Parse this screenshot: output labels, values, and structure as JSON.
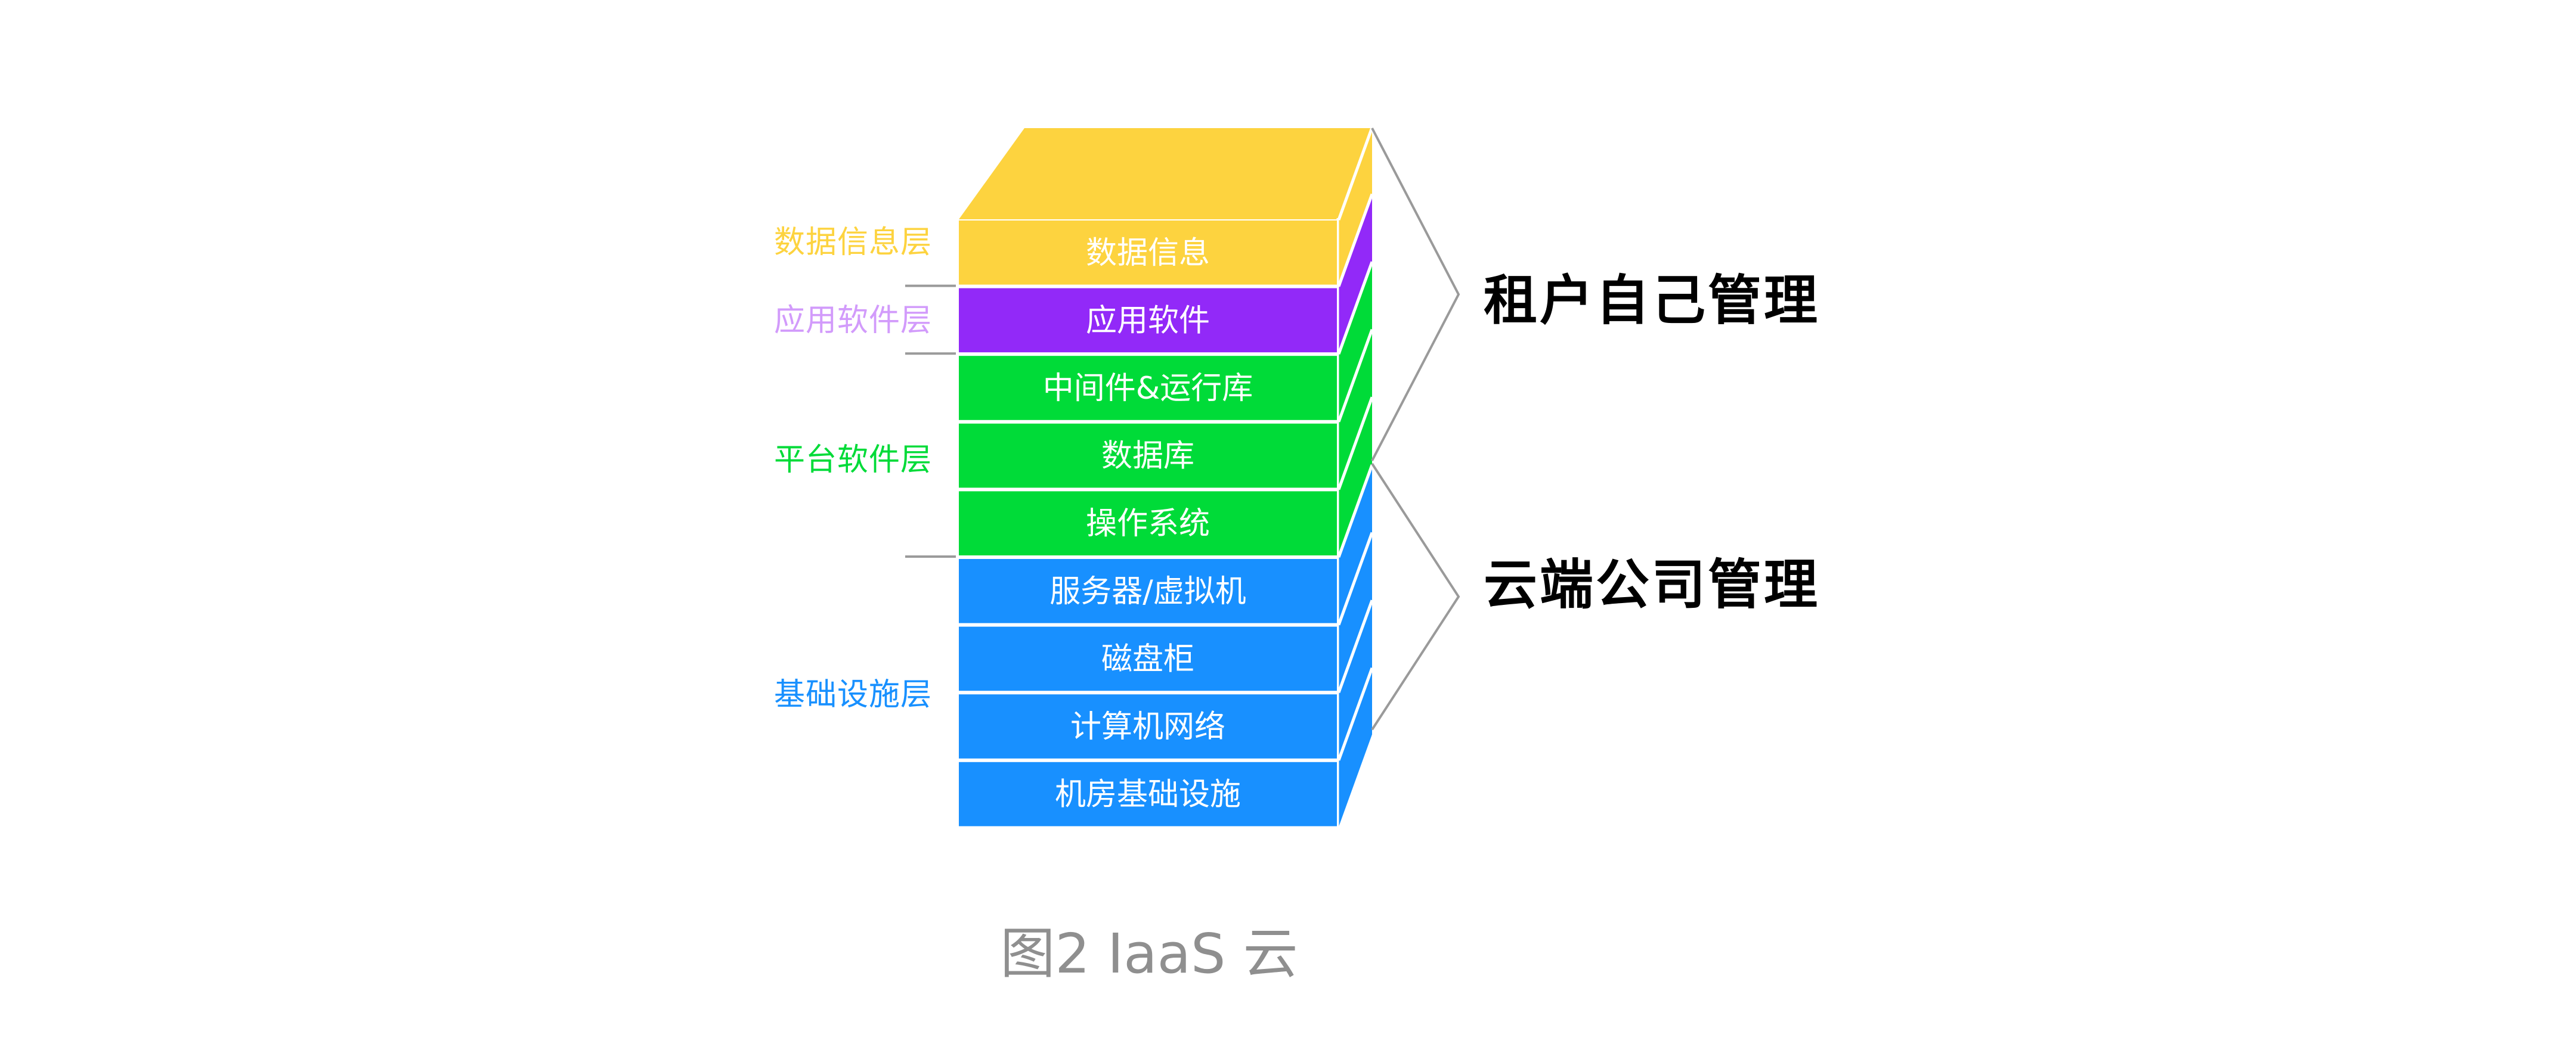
{
  "diagram": {
    "type": "stacked-layer-block",
    "colors": {
      "data_layer": "#FDD33F",
      "app_layer": "#9229F8",
      "platform_layer": "#00DB38",
      "infra_layer": "#1890FF",
      "app_label": "#D29BFB",
      "divider": "#9a9a9a",
      "brace": "#9a9a9a"
    },
    "rows": [
      {
        "label": "数据信息",
        "group": "data_layer"
      },
      {
        "label": "应用软件",
        "group": "app_layer"
      },
      {
        "label": "中间件&运行库",
        "group": "platform_layer"
      },
      {
        "label": "数据库",
        "group": "platform_layer"
      },
      {
        "label": "操作系统",
        "group": "platform_layer"
      },
      {
        "label": "服务器/虚拟机",
        "group": "infra_layer"
      },
      {
        "label": "磁盘柜",
        "group": "infra_layer"
      },
      {
        "label": "计算机网络",
        "group": "infra_layer"
      },
      {
        "label": "机房基础设施",
        "group": "infra_layer"
      }
    ],
    "layer_labels": [
      {
        "label": "数据信息层",
        "group": "data_layer"
      },
      {
        "label": "应用软件层",
        "group": "app_layer"
      },
      {
        "label": "平台软件层",
        "group": "platform_layer"
      },
      {
        "label": "基础设施层",
        "group": "infra_layer"
      }
    ],
    "management": [
      {
        "label": "租户自己管理",
        "rows_covered": 5
      },
      {
        "label": "云端公司管理",
        "rows_covered": 4
      }
    ]
  },
  "caption": "图2 IaaS 云"
}
